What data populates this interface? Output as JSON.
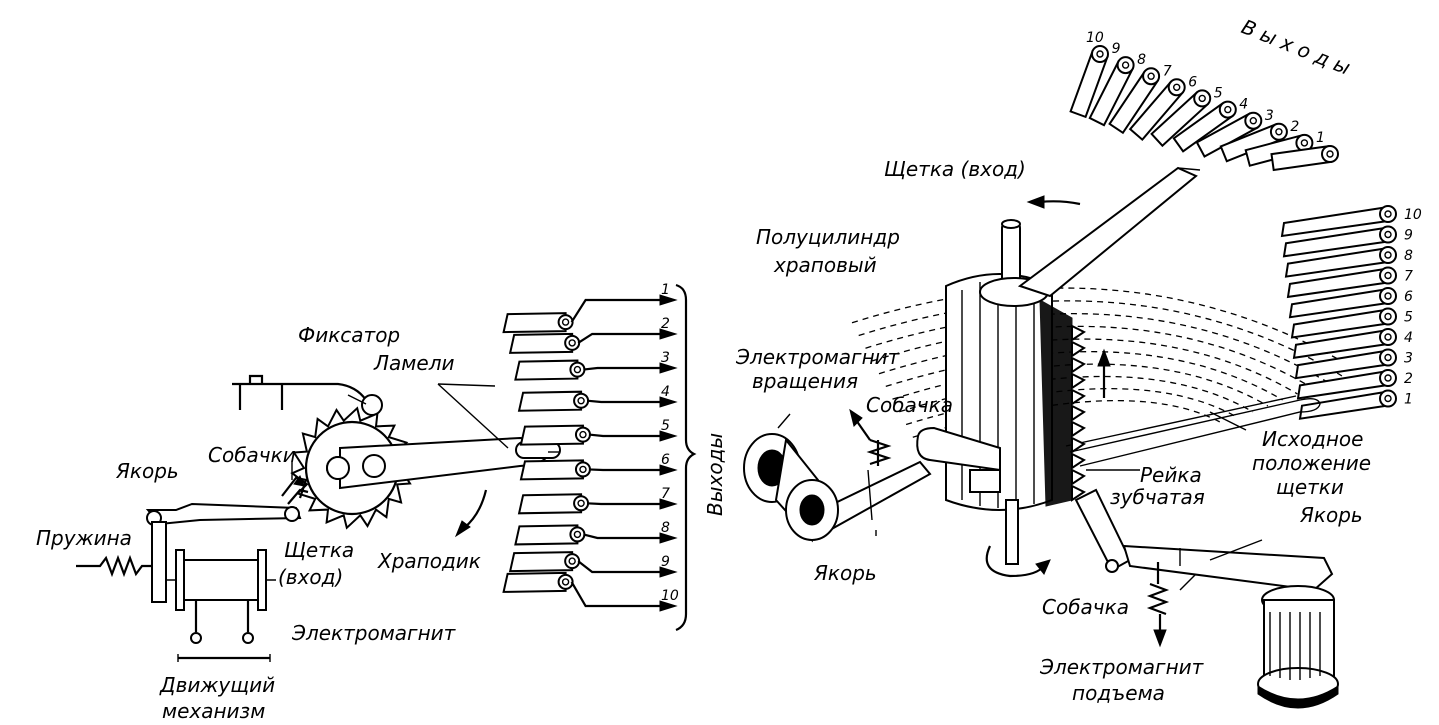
{
  "left_scheme": {
    "labels": {
      "fixator": "Фиксатор",
      "lamels": "Ламели",
      "pawls": "Собачки",
      "armature": "Якорь",
      "spring": "Пружина",
      "brush_line1": "Щетка",
      "brush_line2": "(вход)",
      "ratchet": "Храподик",
      "electromagnet": "Электромагнит",
      "drive_line1": "Движущий",
      "drive_line2": "механизм",
      "outputs": "Выходы"
    },
    "output_numbers": [
      "1",
      "2",
      "3",
      "4",
      "5",
      "6",
      "7",
      "8",
      "9",
      "10"
    ]
  },
  "right_scheme": {
    "labels": {
      "brush_input": "Щетка (вход)",
      "half_cylinder_line1": "Полуцилиндр",
      "half_cylinder_line2": "храповый",
      "rotation_magnet_line1": "Электромагнит",
      "rotation_magnet_line2": "вращения",
      "pawl_top": "Собачка",
      "armature_left": "Якорь",
      "pawl_bottom": "Собачка",
      "lift_magnet_line1": "Электромагнит",
      "lift_magnet_line2": "подъема",
      "rack_line1": "Рейка",
      "rack_line2": "зубчатая",
      "brush_home_line1": "Исходное",
      "brush_home_line2": "положение",
      "brush_home_line3": "щетки",
      "armature_right": "Якорь",
      "outputs_top": "В ы х о д ы"
    },
    "top_row_numbers": [
      "10",
      "9",
      "8",
      "7",
      "6",
      "5",
      "4",
      "3",
      "2",
      "1"
    ],
    "side_row_numbers": [
      "10",
      "9",
      "8",
      "7",
      "6",
      "5",
      "4",
      "3",
      "2",
      "1"
    ]
  }
}
